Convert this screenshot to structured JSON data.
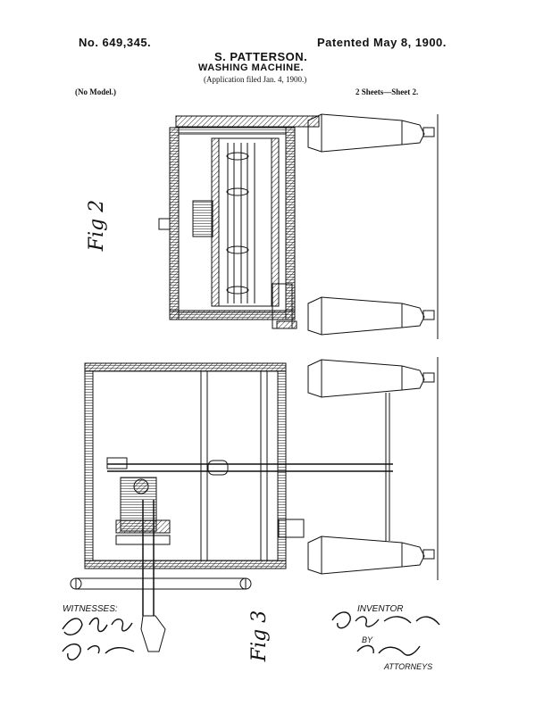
{
  "header": {
    "patent_number": "No. 649,345.",
    "date": "Patented May 8, 1900.",
    "inventor_name": "S. PATTERSON.",
    "title": "WASHING MACHINE.",
    "application": "(Application filed Jan. 4, 1900.)",
    "model": "(No Model.)",
    "sheets": "2 Sheets—Sheet 2."
  },
  "figures": {
    "fig1_label": "Fig 2",
    "fig2_label": "Fig 3"
  },
  "footer": {
    "witnesses_label": "WITNESSES:",
    "inventor_label": "INVENTOR",
    "by_label": "BY",
    "attorneys_label": "ATTORNEYS"
  }
}
